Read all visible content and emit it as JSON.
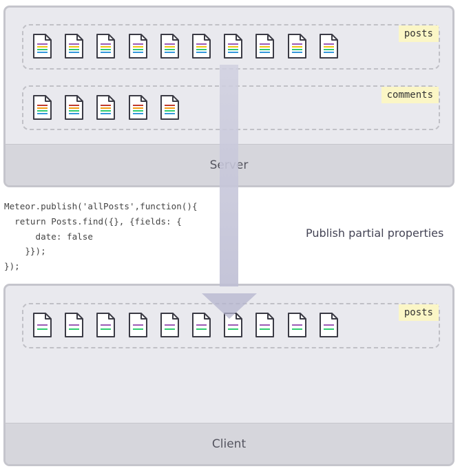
{
  "server": {
    "label": "Server",
    "collections": [
      {
        "name": "posts",
        "doc_count": 10,
        "line_colors": [
          "#9b59b6",
          "#f1c40f",
          "#2ecc71",
          "#3498db"
        ]
      },
      {
        "name": "comments",
        "doc_count": 5,
        "line_colors": [
          "#c0392b",
          "#f39c12",
          "#2ecc71",
          "#3498db"
        ]
      }
    ]
  },
  "client": {
    "label": "Client",
    "collections": [
      {
        "name": "posts",
        "doc_count": 10,
        "line_colors": [
          "#9b59b6",
          "#2ecc71"
        ]
      }
    ]
  },
  "code": "Meteor.publish('allPosts',function(){\n  return Posts.find({}, {fields: {\n      date: false\n    }});\n});",
  "caption": "Publish partial properties",
  "colors": {
    "panel": "#e9e9ee",
    "footer": "#d6d6dc",
    "label_bg": "#fbf6c6",
    "arrow": "#c8c8dc"
  },
  "icons": [
    "document-icon",
    "down-arrow-icon"
  ]
}
